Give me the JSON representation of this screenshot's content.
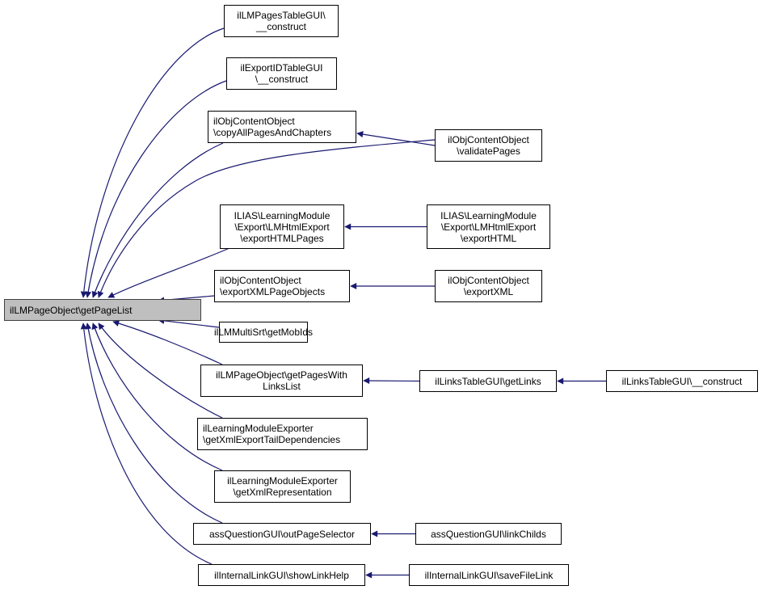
{
  "diagram": {
    "type": "doxygen-caller-graph",
    "edge_color": "#191970",
    "root": {
      "id": "root",
      "label": "ilLMPageObject\\getPageList",
      "fill": "#bfbfbf"
    },
    "nodes": [
      {
        "id": "n1",
        "label": "ilLMPagesTableGUI\\\n__construct"
      },
      {
        "id": "n2",
        "label": "ilExportIDTableGUI\n\\__construct"
      },
      {
        "id": "n3",
        "label": "ilObjContentObject\n\\copyAllPagesAndChapters"
      },
      {
        "id": "n4",
        "label": "ilObjContentObject\n\\validatePages"
      },
      {
        "id": "n5",
        "label": "ILIAS\\LearningModule\n\\Export\\LMHtmlExport\n\\exportHTMLPages"
      },
      {
        "id": "n6",
        "label": "ILIAS\\LearningModule\n\\Export\\LMHtmlExport\n\\exportHTML"
      },
      {
        "id": "n7",
        "label": "ilObjContentObject\n\\exportXMLPageObjects"
      },
      {
        "id": "n8",
        "label": "ilObjContentObject\n\\exportXML"
      },
      {
        "id": "n9",
        "label": "ilLMMultiSrt\\getMobIds"
      },
      {
        "id": "n10",
        "label": "ilLMPageObject\\getPagesWith\nLinksList"
      },
      {
        "id": "n11",
        "label": "ilLinksTableGUI\\getLinks"
      },
      {
        "id": "n12",
        "label": "ilLinksTableGUI\\__construct"
      },
      {
        "id": "n13",
        "label": "ilLearningModuleExporter\n\\getXmlExportTailDependencies"
      },
      {
        "id": "n14",
        "label": "ilLearningModuleExporter\n\\getXmlRepresentation"
      },
      {
        "id": "n15",
        "label": "assQuestionGUI\\outPageSelector"
      },
      {
        "id": "n16",
        "label": "assQuestionGUI\\linkChilds"
      },
      {
        "id": "n17",
        "label": "ilInternalLinkGUI\\showLinkHelp"
      },
      {
        "id": "n18",
        "label": "ilInternalLinkGUI\\saveFileLink"
      }
    ],
    "edges": [
      {
        "from": "n1",
        "to": "root"
      },
      {
        "from": "n2",
        "to": "root"
      },
      {
        "from": "n3",
        "to": "root"
      },
      {
        "from": "n4",
        "to": "root"
      },
      {
        "from": "n4",
        "to": "n3"
      },
      {
        "from": "n5",
        "to": "root"
      },
      {
        "from": "n6",
        "to": "n5"
      },
      {
        "from": "n7",
        "to": "root"
      },
      {
        "from": "n8",
        "to": "n7"
      },
      {
        "from": "n9",
        "to": "root"
      },
      {
        "from": "n10",
        "to": "root"
      },
      {
        "from": "n11",
        "to": "n10"
      },
      {
        "from": "n12",
        "to": "n11"
      },
      {
        "from": "n13",
        "to": "root"
      },
      {
        "from": "n14",
        "to": "root"
      },
      {
        "from": "n15",
        "to": "root"
      },
      {
        "from": "n16",
        "to": "n15"
      },
      {
        "from": "n17",
        "to": "root"
      },
      {
        "from": "n18",
        "to": "n17"
      }
    ]
  }
}
